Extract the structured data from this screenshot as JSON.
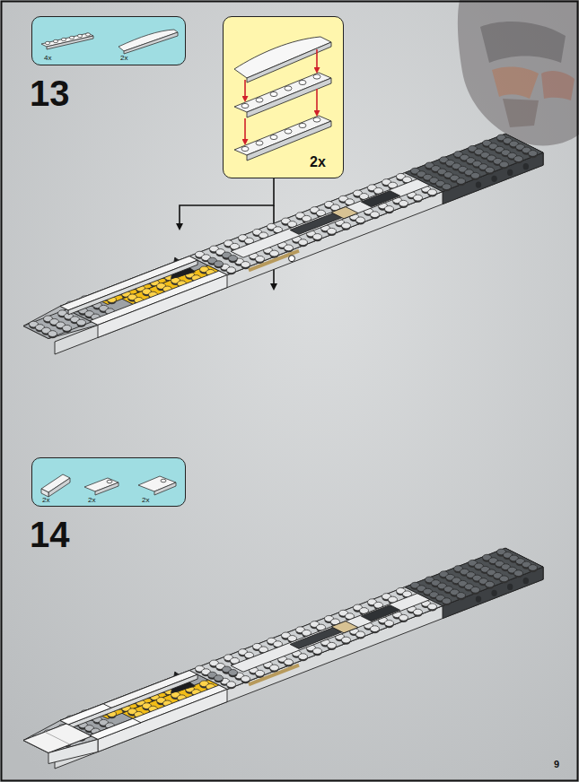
{
  "diagram": {
    "nodes": [
      {
        "text": [
          "4x",
          "2x"
        ]
      },
      {
        "text": [
          "2x"
        ]
      },
      {
        "text": [
          "2x",
          "2x",
          "2x"
        ]
      }
    ],
    "labels": [
      "13",
      "14",
      "9"
    ]
  }
}
